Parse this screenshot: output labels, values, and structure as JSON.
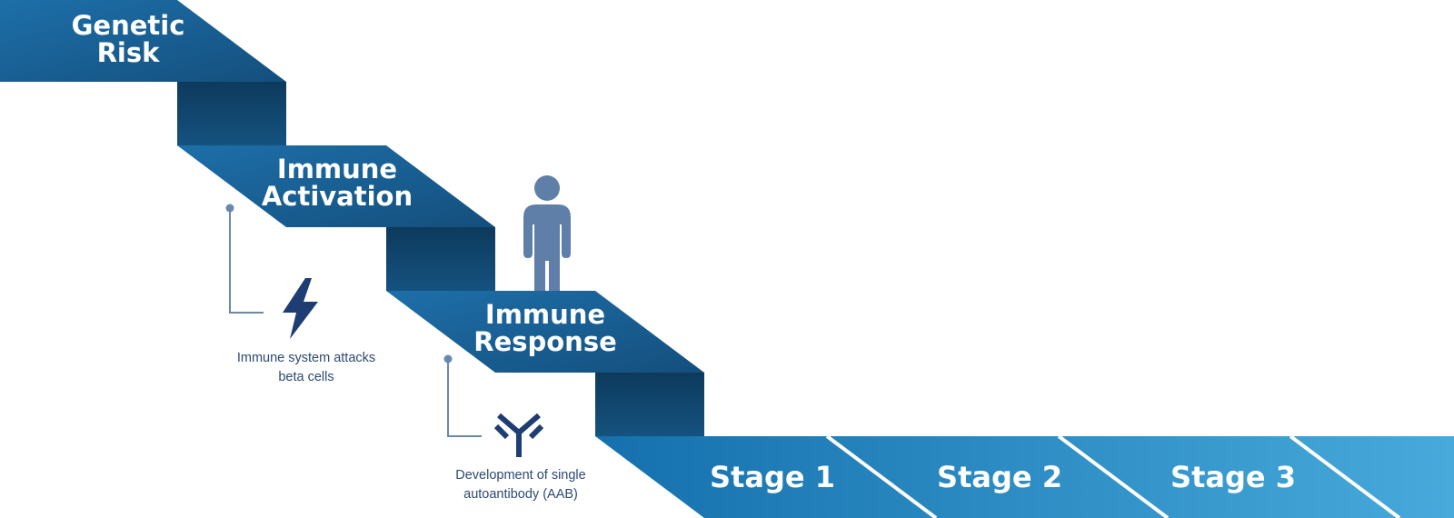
{
  "steps": [
    {
      "line1": "Genetic",
      "line2": "Risk"
    },
    {
      "line1": "Immune",
      "line2": "Activation"
    },
    {
      "line1": "Immune",
      "line2": "Response"
    }
  ],
  "stages": [
    "Stage 1",
    "Stage 2",
    "Stage 3"
  ],
  "annotations": [
    {
      "line1": "Immune system attacks",
      "line2": "beta cells",
      "icon": "lightning-bolt-icon"
    },
    {
      "line1": "Development of single",
      "line2": "autoantibody (AAB)",
      "icon": "antibody-icon"
    }
  ],
  "figure": {
    "icon": "person-icon"
  },
  "colors": {
    "step_light": "#1c6aa3",
    "step_dark": "#15527f",
    "riser": "#0f3f63",
    "stage_band_start": "#1779b8",
    "stage_band_end": "#45a7d9",
    "person": "#5f7fa8",
    "annotation_line": "#6a88ad",
    "icon_dark": "#1d3d73",
    "caption_text": "#2c4a73"
  }
}
